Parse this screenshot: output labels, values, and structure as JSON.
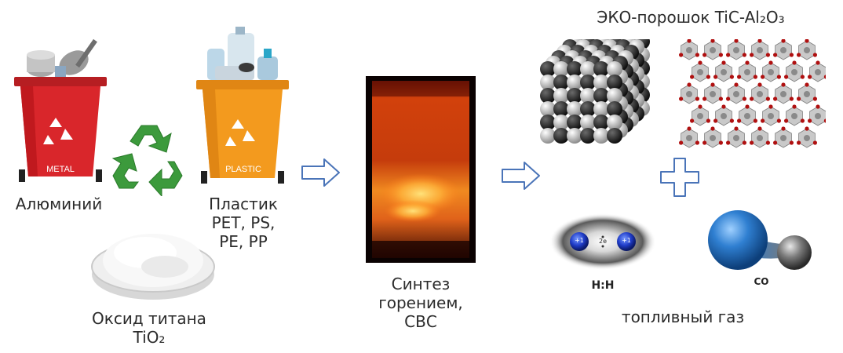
{
  "inputs": {
    "aluminium_label": "Алюминий",
    "metal_bin_text": "METAL",
    "plastic_bin_text": "PLASTIC",
    "plastic_label_line1": "Пластик",
    "plastic_label_line2": "PET, PS,",
    "plastic_label_line3": "PE, PP",
    "oxide_label_line1": "Оксид титана",
    "oxide_label_line2": "TiO₂"
  },
  "process": {
    "label_line1": "Синтез",
    "label_line2": "горением,",
    "label_line3": "СВС"
  },
  "outputs": {
    "powder_title": "ЭКО-порошок TiC-Al₂O₃",
    "h2_formula": "H:H",
    "h2_charge_left": "+1",
    "h2_charge_right": "+1",
    "h2_electrons": "2e",
    "co_formula": "CO",
    "gas_label": "топливный газ"
  },
  "colors": {
    "metal_bin": "#d9262b",
    "plastic_bin": "#f39a1e",
    "recycle_green": "#3c9a3c",
    "arrow_blue": "#4a74b8",
    "flame_orange": "#e8641a",
    "co_blue": "#2f7fd1",
    "co_gray": "#7a7a7a"
  },
  "icons": [
    "recycle-icon",
    "right-arrow-icon",
    "plus-icon"
  ]
}
